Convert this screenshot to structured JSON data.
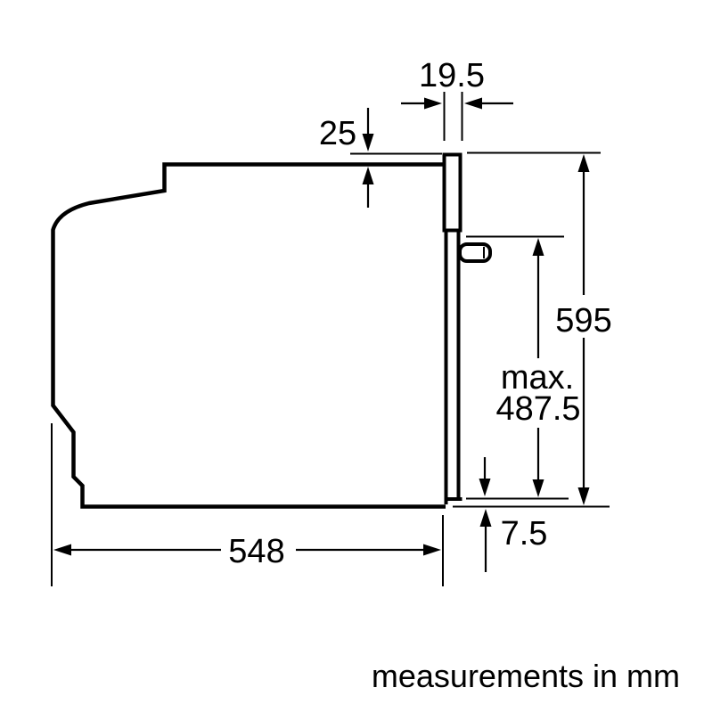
{
  "page": {
    "background": "#ffffff",
    "line_color": "#000000"
  },
  "dimensions": {
    "top_width": {
      "label": "19.5",
      "value": 19.5,
      "unit": "mm"
    },
    "top_overlap": {
      "label": "25",
      "value": 25,
      "unit": "mm"
    },
    "right_height": {
      "label": "595",
      "value": 595,
      "unit": "mm"
    },
    "right_inner_height": {
      "label_prefix": "max.",
      "label": "487.5",
      "value": 487.5,
      "unit": "mm"
    },
    "bottom_right_gap": {
      "label": "7.5",
      "value": 7.5,
      "unit": "mm"
    },
    "bottom_width": {
      "label": "548",
      "value": 548,
      "unit": "mm"
    }
  },
  "footer": {
    "note": "measurements in mm"
  }
}
